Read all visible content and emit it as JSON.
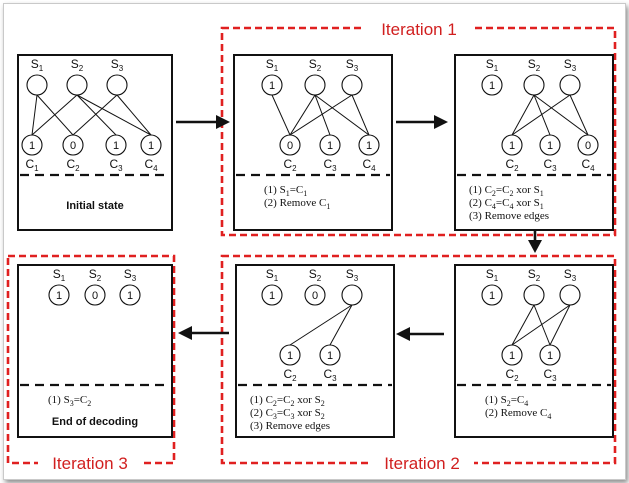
{
  "iterations": [
    "Iteration 1",
    "Iteration 2",
    "Iteration 3"
  ],
  "panels": [
    {
      "id": "initial",
      "top": [
        {
          "base": "S",
          "sub": "1",
          "value": ""
        },
        {
          "base": "S",
          "sub": "2",
          "value": ""
        },
        {
          "base": "S",
          "sub": "3",
          "value": ""
        }
      ],
      "bottom": [
        {
          "base": "C",
          "sub": "1",
          "value": "1"
        },
        {
          "base": "C",
          "sub": "2",
          "value": "0"
        },
        {
          "base": "C",
          "sub": "3",
          "value": "1"
        },
        {
          "base": "C",
          "sub": "4",
          "value": "1"
        }
      ],
      "edges": [
        [
          0,
          0
        ],
        [
          0,
          1
        ],
        [
          1,
          0
        ],
        [
          1,
          2
        ],
        [
          1,
          3
        ],
        [
          2,
          1
        ],
        [
          2,
          3
        ]
      ],
      "steps": [],
      "caption": "Initial state"
    },
    {
      "id": "iter1-a",
      "top": [
        {
          "base": "S",
          "sub": "1",
          "value": "1"
        },
        {
          "base": "S",
          "sub": "2",
          "value": ""
        },
        {
          "base": "S",
          "sub": "3",
          "value": ""
        }
      ],
      "bottom": [
        {
          "base": "C",
          "sub": "2",
          "value": "0"
        },
        {
          "base": "C",
          "sub": "3",
          "value": "1"
        },
        {
          "base": "C",
          "sub": "4",
          "value": "1"
        }
      ],
      "edges": [
        [
          0,
          0
        ],
        [
          1,
          0
        ],
        [
          1,
          1
        ],
        [
          1,
          2
        ],
        [
          2,
          0
        ],
        [
          2,
          2
        ]
      ],
      "steps": [
        {
          "prefix": "(1) S",
          "s1": "1",
          "mid": "=C",
          "s2": "1",
          "suffix": ""
        },
        {
          "prefix": "(2) Remove C",
          "s1": "1",
          "mid": "",
          "s2": "",
          "suffix": ""
        }
      ],
      "caption": ""
    },
    {
      "id": "iter1-b",
      "top": [
        {
          "base": "S",
          "sub": "1",
          "value": "1"
        },
        {
          "base": "S",
          "sub": "2",
          "value": ""
        },
        {
          "base": "S",
          "sub": "3",
          "value": ""
        }
      ],
      "bottom": [
        {
          "base": "C",
          "sub": "2",
          "value": "1"
        },
        {
          "base": "C",
          "sub": "3",
          "value": "1"
        },
        {
          "base": "C",
          "sub": "4",
          "value": "0"
        }
      ],
      "edges": [
        [
          1,
          0
        ],
        [
          1,
          1
        ],
        [
          1,
          2
        ],
        [
          2,
          0
        ],
        [
          2,
          2
        ]
      ],
      "steps": [
        {
          "prefix": "(1) C",
          "s1": "2",
          "mid": "=C",
          "s2": "2",
          "suffix": " xor S",
          "s3": "1"
        },
        {
          "prefix": "(2) C",
          "s1": "4",
          "mid": "=C",
          "s2": "4",
          "suffix": " xor S",
          "s3": "1"
        },
        {
          "prefix": "(3) Remove edges",
          "s1": "",
          "mid": "",
          "s2": "",
          "suffix": ""
        }
      ],
      "caption": ""
    },
    {
      "id": "iter2-a",
      "top": [
        {
          "base": "S",
          "sub": "1",
          "value": "1"
        },
        {
          "base": "S",
          "sub": "2",
          "value": ""
        },
        {
          "base": "S",
          "sub": "3",
          "value": ""
        }
      ],
      "bottom": [
        {
          "base": "C",
          "sub": "2",
          "value": "1"
        },
        {
          "base": "C",
          "sub": "3",
          "value": "1"
        }
      ],
      "edges": [
        [
          1,
          0
        ],
        [
          1,
          1
        ],
        [
          2,
          0
        ],
        [
          2,
          1
        ]
      ],
      "steps": [
        {
          "prefix": "(1) S",
          "s1": "2",
          "mid": "=C",
          "s2": "4",
          "suffix": ""
        },
        {
          "prefix": "(2) Remove C",
          "s1": "4",
          "mid": "",
          "s2": "",
          "suffix": ""
        }
      ],
      "caption": ""
    },
    {
      "id": "iter2-b",
      "top": [
        {
          "base": "S",
          "sub": "1",
          "value": "1"
        },
        {
          "base": "S",
          "sub": "2",
          "value": "0"
        },
        {
          "base": "S",
          "sub": "3",
          "value": ""
        }
      ],
      "bottom": [
        {
          "base": "C",
          "sub": "2",
          "value": "1"
        },
        {
          "base": "C",
          "sub": "3",
          "value": "1"
        }
      ],
      "edges": [
        [
          2,
          0
        ],
        [
          2,
          1
        ]
      ],
      "steps": [
        {
          "prefix": "(1) C",
          "s1": "2",
          "mid": "=C",
          "s2": "2",
          "suffix": " xor S",
          "s3": "2"
        },
        {
          "prefix": "(2) C",
          "s1": "3",
          "mid": "=C",
          "s2": "3",
          "suffix": " xor S",
          "s3": "2"
        },
        {
          "prefix": "(3) Remove edges",
          "s1": "",
          "mid": "",
          "s2": "",
          "suffix": ""
        }
      ],
      "caption": ""
    },
    {
      "id": "iter3",
      "top": [
        {
          "base": "S",
          "sub": "1",
          "value": "1"
        },
        {
          "base": "S",
          "sub": "2",
          "value": "0"
        },
        {
          "base": "S",
          "sub": "3",
          "value": "1"
        }
      ],
      "bottom": [],
      "edges": [],
      "steps": [
        {
          "prefix": "(1) S",
          "s1": "3",
          "mid": "=C",
          "s2": "2",
          "suffix": ""
        }
      ],
      "caption": "End of decoding"
    }
  ]
}
